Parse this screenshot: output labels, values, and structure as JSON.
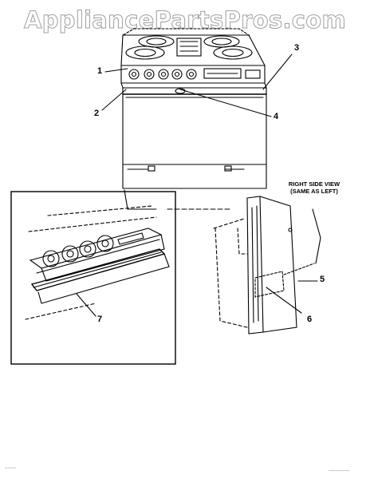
{
  "watermark": {
    "text": "AppliancePartsPros.com"
  },
  "callouts": [
    {
      "id": "1",
      "label": "1"
    },
    {
      "id": "2",
      "label": "2"
    },
    {
      "id": "3",
      "label": "3"
    },
    {
      "id": "4",
      "label": "4"
    },
    {
      "id": "5",
      "label": "5"
    },
    {
      "id": "6",
      "label": "6"
    },
    {
      "id": "7",
      "label": "7"
    }
  ],
  "side_view_note": {
    "line1": "RIGHT SIDE VIEW",
    "line2": "(SAME AS LEFT)"
  },
  "corner_marks": {
    "left": "~~~~",
    "right": "________"
  }
}
